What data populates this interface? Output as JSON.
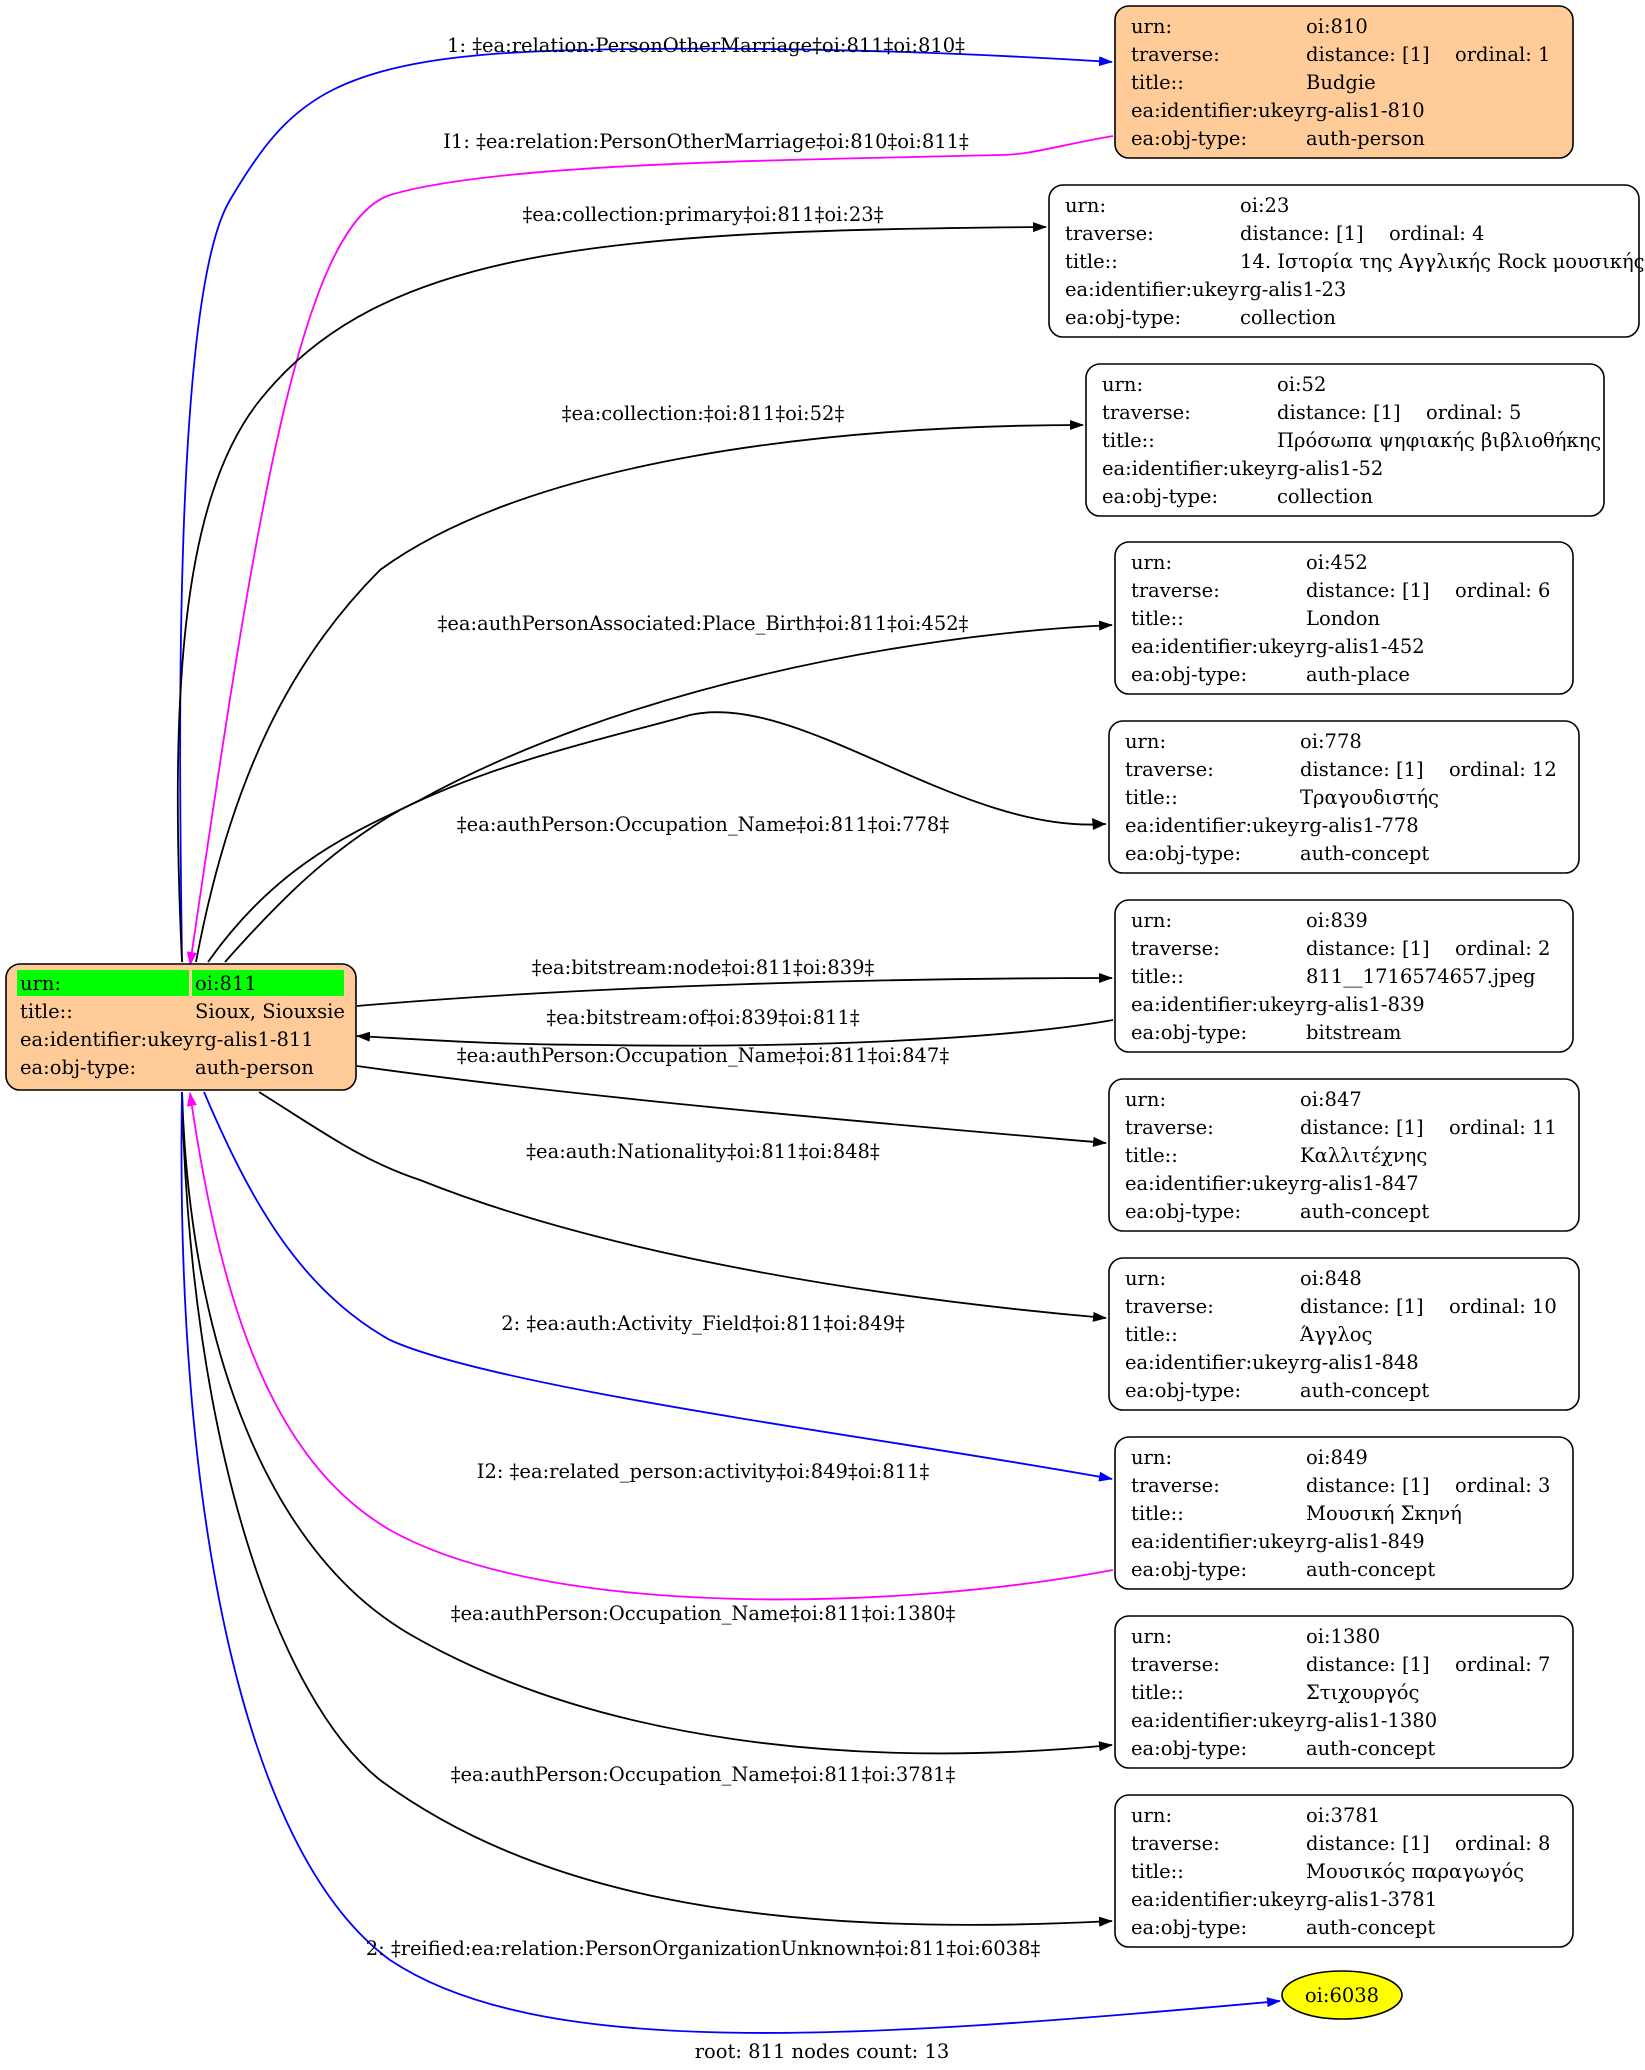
{
  "root_node": {
    "rows": [
      {
        "key": "urn:",
        "value": "oi:811"
      },
      {
        "key": "title::",
        "value": "Sioux, Siouxsie"
      },
      {
        "key": "ea:identifier:ukey",
        "value": "rg-alis1-811"
      },
      {
        "key": "ea:obj-type:",
        "value": "auth-person"
      }
    ],
    "fill": "#ffcc99",
    "highlight": "#00ff00"
  },
  "nodes": [
    {
      "id": "n810",
      "urn": "oi:810",
      "distance": "distance: [1]",
      "ordinal": "ordinal: 1",
      "title": "Budgie",
      "ukey": "rg-alis1-810",
      "type": "auth-person",
      "fill": "#ffcc99"
    },
    {
      "id": "n23",
      "urn": "oi:23",
      "distance": "distance: [1]",
      "ordinal": "ordinal: 4",
      "title": "14. Ιστορία της Αγγλικής Rock μουσικής",
      "ukey": "rg-alis1-23",
      "type": "collection",
      "fill": "#ffffff"
    },
    {
      "id": "n52",
      "urn": "oi:52",
      "distance": "distance: [1]",
      "ordinal": "ordinal: 5",
      "title": "Πρόσωπα ψηφιακής βιβλιοθήκης",
      "ukey": "rg-alis1-52",
      "type": "collection",
      "fill": "#ffffff"
    },
    {
      "id": "n452",
      "urn": "oi:452",
      "distance": "distance: [1]",
      "ordinal": "ordinal: 6",
      "title": "London",
      "ukey": "rg-alis1-452",
      "type": "auth-place",
      "fill": "#ffffff"
    },
    {
      "id": "n778",
      "urn": "oi:778",
      "distance": "distance: [1]",
      "ordinal": "ordinal: 12",
      "title": "Τραγουδιστής",
      "ukey": "rg-alis1-778",
      "type": "auth-concept",
      "fill": "#ffffff"
    },
    {
      "id": "n839",
      "urn": "oi:839",
      "distance": "distance: [1]",
      "ordinal": "ordinal: 2",
      "title": "811__1716574657.jpeg",
      "ukey": "rg-alis1-839",
      "type": "bitstream",
      "fill": "#ffffff"
    },
    {
      "id": "n847",
      "urn": "oi:847",
      "distance": "distance: [1]",
      "ordinal": "ordinal: 11",
      "title": "Καλλιτέχνης",
      "ukey": "rg-alis1-847",
      "type": "auth-concept",
      "fill": "#ffffff"
    },
    {
      "id": "n848",
      "urn": "oi:848",
      "distance": "distance: [1]",
      "ordinal": "ordinal: 10",
      "title": "Άγγλος",
      "ukey": "rg-alis1-848",
      "type": "auth-concept",
      "fill": "#ffffff"
    },
    {
      "id": "n849",
      "urn": "oi:849",
      "distance": "distance: [1]",
      "ordinal": "ordinal: 3",
      "title": "Μουσική Σκηνή",
      "ukey": "rg-alis1-849",
      "type": "auth-concept",
      "fill": "#ffffff"
    },
    {
      "id": "n1380",
      "urn": "oi:1380",
      "distance": "distance: [1]",
      "ordinal": "ordinal: 7",
      "title": "Στιχουργός",
      "ukey": "rg-alis1-1380",
      "type": "auth-concept",
      "fill": "#ffffff"
    },
    {
      "id": "n3781",
      "urn": "oi:3781",
      "distance": "distance: [1]",
      "ordinal": "ordinal: 8",
      "title": "Μουσικός παραγωγός",
      "ukey": "rg-alis1-3781",
      "type": "auth-concept",
      "fill": "#ffffff"
    }
  ],
  "row_keys": {
    "urn": "urn:",
    "traverse": "traverse:",
    "title": "title::",
    "ukey": "ea:identifier:ukey",
    "type": "ea:obj-type:"
  },
  "ellipse_node": {
    "label": "oi:6038",
    "fill": "#ffff00"
  },
  "edges": [
    {
      "id": "e1",
      "label": "1: ‡ea:relation:PersonOtherMarriage‡oi:811‡oi:810‡",
      "color": "#0000ff"
    },
    {
      "id": "e2",
      "label": "I1: ‡ea:relation:PersonOtherMarriage‡oi:810‡oi:811‡",
      "color": "#ff00ff"
    },
    {
      "id": "e3",
      "label": "‡ea:collection:primary‡oi:811‡oi:23‡",
      "color": "#000000"
    },
    {
      "id": "e4",
      "label": "‡ea:collection:‡oi:811‡oi:52‡",
      "color": "#000000"
    },
    {
      "id": "e5",
      "label": "‡ea:authPersonAssociated:Place_Birth‡oi:811‡oi:452‡",
      "color": "#000000"
    },
    {
      "id": "e6",
      "label": "‡ea:authPerson:Occupation_Name‡oi:811‡oi:778‡",
      "color": "#000000"
    },
    {
      "id": "e7",
      "label": "‡ea:bitstream:node‡oi:811‡oi:839‡",
      "color": "#000000"
    },
    {
      "id": "e8",
      "label": "‡ea:bitstream:of‡oi:839‡oi:811‡",
      "color": "#000000"
    },
    {
      "id": "e9",
      "label": "‡ea:authPerson:Occupation_Name‡oi:811‡oi:847‡",
      "color": "#000000"
    },
    {
      "id": "e10",
      "label": "‡ea:auth:Nationality‡oi:811‡oi:848‡",
      "color": "#000000"
    },
    {
      "id": "e11",
      "label": "2: ‡ea:auth:Activity_Field‡oi:811‡oi:849‡",
      "color": "#0000ff"
    },
    {
      "id": "e12",
      "label": "I2: ‡ea:related_person:activity‡oi:849‡oi:811‡",
      "color": "#ff00ff"
    },
    {
      "id": "e13",
      "label": "‡ea:authPerson:Occupation_Name‡oi:811‡oi:1380‡",
      "color": "#000000"
    },
    {
      "id": "e14",
      "label": "‡ea:authPerson:Occupation_Name‡oi:811‡oi:3781‡",
      "color": "#000000"
    },
    {
      "id": "e15",
      "label": "2: ‡reified:ea:relation:PersonOrganizationUnknown‡oi:811‡oi:6038‡",
      "color": "#0000ff"
    }
  ],
  "footer": "root: 811 nodes count: 13"
}
